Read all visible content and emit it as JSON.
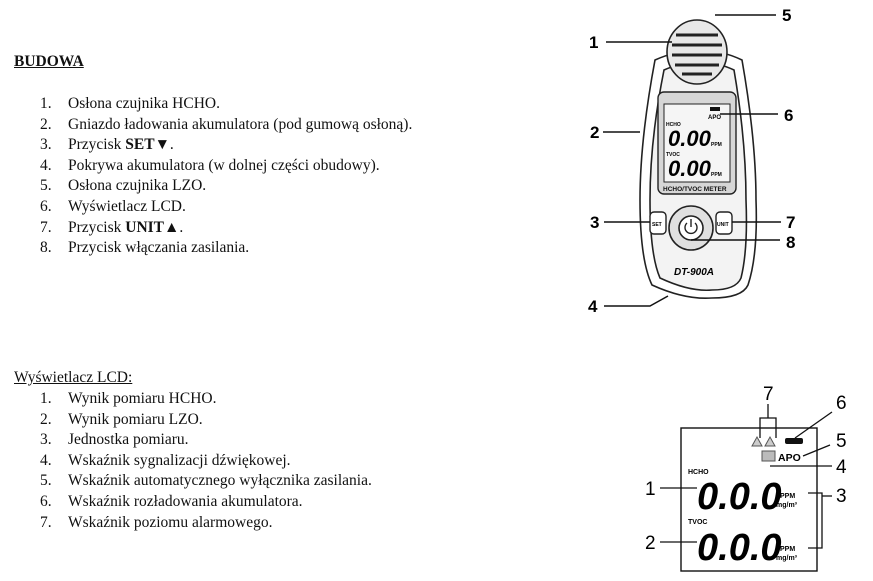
{
  "section1": {
    "title": "BUDOWA",
    "items": [
      {
        "n": "1.",
        "text": "Osłona czujnika HCHO."
      },
      {
        "n": "2.",
        "text": "Gniazdo ładowania akumulatora (pod gumową osłoną)."
      },
      {
        "n": "3.",
        "pre": "Przycisk ",
        "bold": "SET▼",
        "post": "."
      },
      {
        "n": "4.",
        "text": "Pokrywa akumulatora (w dolnej części obudowy)."
      },
      {
        "n": "5.",
        "text": "Osłona czujnika LZO."
      },
      {
        "n": "6.",
        "text": "Wyświetlacz LCD."
      },
      {
        "n": "7.",
        "pre": "Przycisk ",
        "bold": "UNIT▲",
        "post": "."
      },
      {
        "n": "8.",
        "text": "Przycisk włączania zasilania."
      }
    ]
  },
  "section2": {
    "title": "Wyświetlacz LCD:",
    "items": [
      {
        "n": "1.",
        "text": "Wynik pomiaru HCHO."
      },
      {
        "n": "2.",
        "text": "Wynik pomiaru LZO."
      },
      {
        "n": "3.",
        "text": "Jednostka pomiaru."
      },
      {
        "n": "4.",
        "text": "Wskaźnik sygnalizacji dźwiękowej."
      },
      {
        "n": "5.",
        "text": "Wskaźnik automatycznego wyłącznika zasilania."
      },
      {
        "n": "6.",
        "text": "Wskaźnik rozładowania akumulatora."
      },
      {
        "n": "7.",
        "text": "Wskaźnik poziomu alarmowego."
      }
    ]
  },
  "device": {
    "callouts": [
      "1",
      "2",
      "3",
      "4",
      "5",
      "6",
      "7",
      "8"
    ],
    "screen_label": "HCHO/TVOC METER",
    "model": "DT-900A",
    "lcd_apo": "APO",
    "lcd_hcho": "HCHO",
    "lcd_tvoc": "TVOC",
    "lcd_reading": "0.00",
    "lcd_unit": "PPM",
    "btn_set": "SET",
    "btn_unit": "UNIT"
  },
  "lcd_detail": {
    "callouts": [
      "1",
      "2",
      "3",
      "4",
      "5",
      "6",
      "7"
    ],
    "label_hcho": "HCHO",
    "label_tvoc": "TVOC",
    "reading_hcho": "0.0.0",
    "reading_tvoc": "0.0.0",
    "unit_ppm": "PPM",
    "unit_mgm3": "mg/m³",
    "apo": "APO"
  }
}
